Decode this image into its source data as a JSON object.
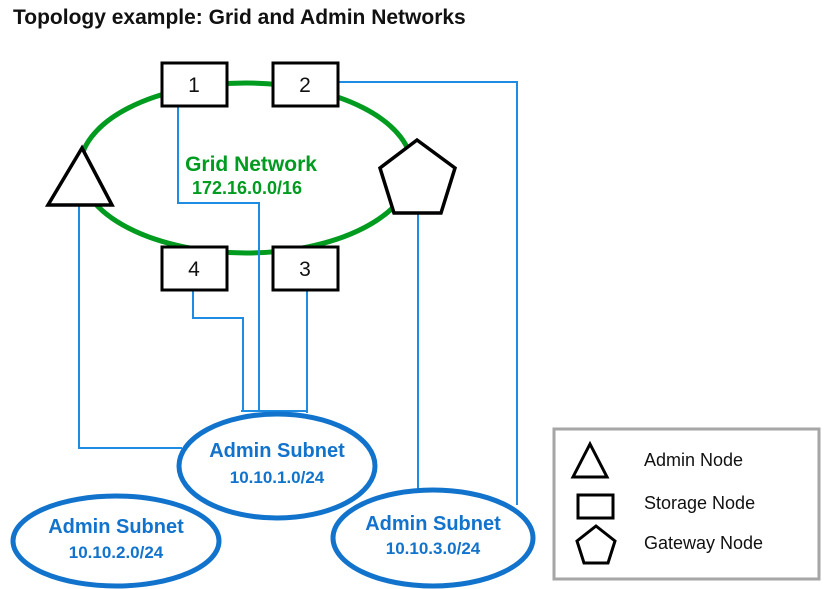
{
  "title": "Topology example: Grid and Admin Networks",
  "colors": {
    "grid_green": "#009B1F",
    "subnet_blue": "#1273CC",
    "connector_blue": "#1F8CE4",
    "shape_black": "#000000",
    "legend_border_gray": "#A6A6A6"
  },
  "grid_network": {
    "name": "Grid Network",
    "cidr": "172.16.0.0/16"
  },
  "storage_nodes": [
    {
      "id": "1"
    },
    {
      "id": "2"
    },
    {
      "id": "3"
    },
    {
      "id": "4"
    }
  ],
  "admin_subnets": [
    {
      "name": "Admin Subnet",
      "cidr": "10.10.1.0/24"
    },
    {
      "name": "Admin Subnet",
      "cidr": "10.10.2.0/24"
    },
    {
      "name": "Admin Subnet",
      "cidr": "10.10.3.0/24"
    }
  ],
  "legend": {
    "items": [
      {
        "icon": "triangle-icon",
        "label": "Admin Node"
      },
      {
        "icon": "square-icon",
        "label": "Storage Node"
      },
      {
        "icon": "pentagon-icon",
        "label": "Gateway Node"
      }
    ]
  }
}
